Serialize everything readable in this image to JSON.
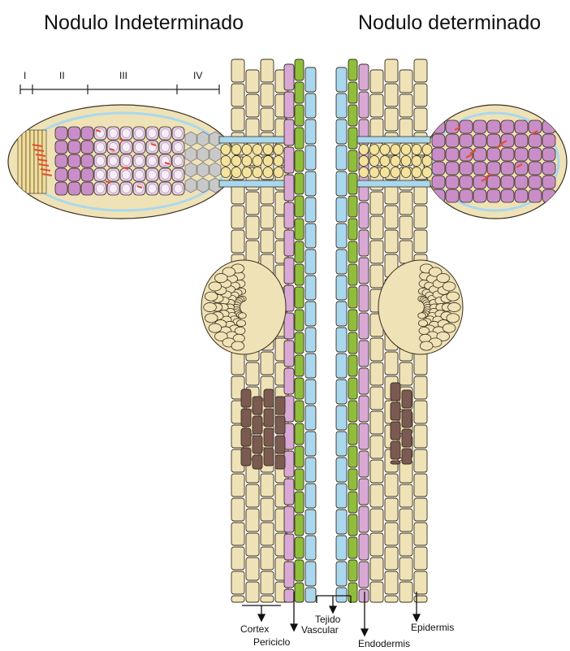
{
  "titles": {
    "left": "Nodulo Indeterminado",
    "right": "Nodulo determinado"
  },
  "zones": [
    "I",
    "II",
    "III",
    "IV"
  ],
  "labels": {
    "cortex": "Cortex",
    "periciclo": "Periciclo",
    "tejido": "Tejido",
    "vascular": "Vascular",
    "endodermis": "Endodermis",
    "epidermis": "Epidermis"
  },
  "colors": {
    "cortex_cell": "#efe2b6",
    "cell_stroke": "#3a3020",
    "pericycle": "#d7a9d4",
    "endodermis": "#8fbf3a",
    "vascular": "#a9d8ee",
    "infected_cell": "#c98ec8",
    "infected_light": "#e6cde6",
    "bacteroid": "#e84a2e",
    "senescent": "#c9c9c9",
    "primordium_dark": "#7b5a52"
  }
}
